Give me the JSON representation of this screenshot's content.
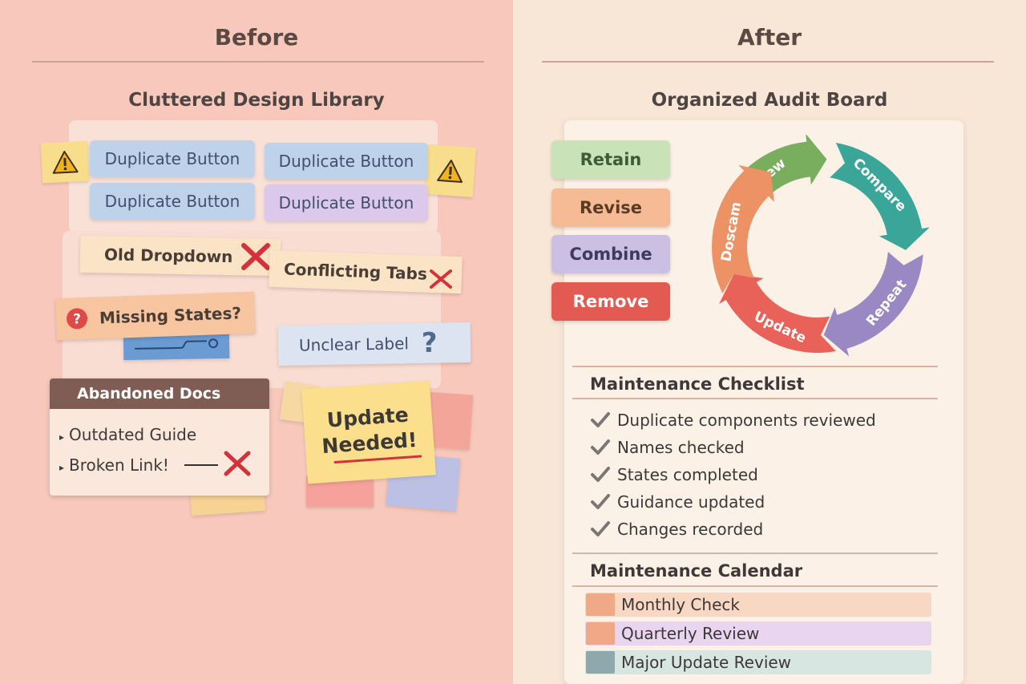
{
  "before": {
    "heading": "Before",
    "subtitle": "Cluttered Design Library",
    "chips": [
      "Duplicate Button",
      "Duplicate Button",
      "Duplicate Button",
      "Duplicate Button"
    ],
    "old_dropdown": "Old Dropdown",
    "conflicting_tabs": "Conflicting Tabs",
    "missing_states": "Missing States?",
    "unclear_label": "Unclear Label",
    "question_mark": "?",
    "abandoned_docs": {
      "title": "Abandoned Docs",
      "items": [
        "Outdated Guide",
        "Broken Link!"
      ]
    },
    "update_note": [
      "Update",
      "Needed!"
    ]
  },
  "after": {
    "heading": "After",
    "subtitle": "Organized Audit Board",
    "actions": [
      {
        "label": "Retain",
        "color": "#c9e2b8",
        "text": "#3f5a36"
      },
      {
        "label": "Revise",
        "color": "#f6bb94",
        "text": "#5a3b26"
      },
      {
        "label": "Combine",
        "color": "#cbbfe3",
        "text": "#3f3a5e"
      },
      {
        "label": "Remove",
        "color": "#e25a52",
        "text": "#ffffff"
      }
    ],
    "cycle": [
      "Review",
      "Compare",
      "Repeat",
      "Update",
      "Doscam"
    ],
    "checklist": {
      "title": "Maintenance Checklist",
      "items": [
        "Duplicate components reviewed",
        "Names checked",
        "States completed",
        "Guidance updated",
        "Changes recorded"
      ]
    },
    "calendar": {
      "title": "Maintenance Calendar",
      "items": [
        {
          "label": "Monthly Check",
          "swatch": "#f0a986",
          "row": "#f9d8c3"
        },
        {
          "label": "Quarterly Review",
          "swatch": "#f0a986",
          "row": "#e9d5ef"
        },
        {
          "label": "Major Update Review",
          "swatch": "#8fa8ad",
          "row": "#d8e6e1"
        }
      ]
    }
  }
}
